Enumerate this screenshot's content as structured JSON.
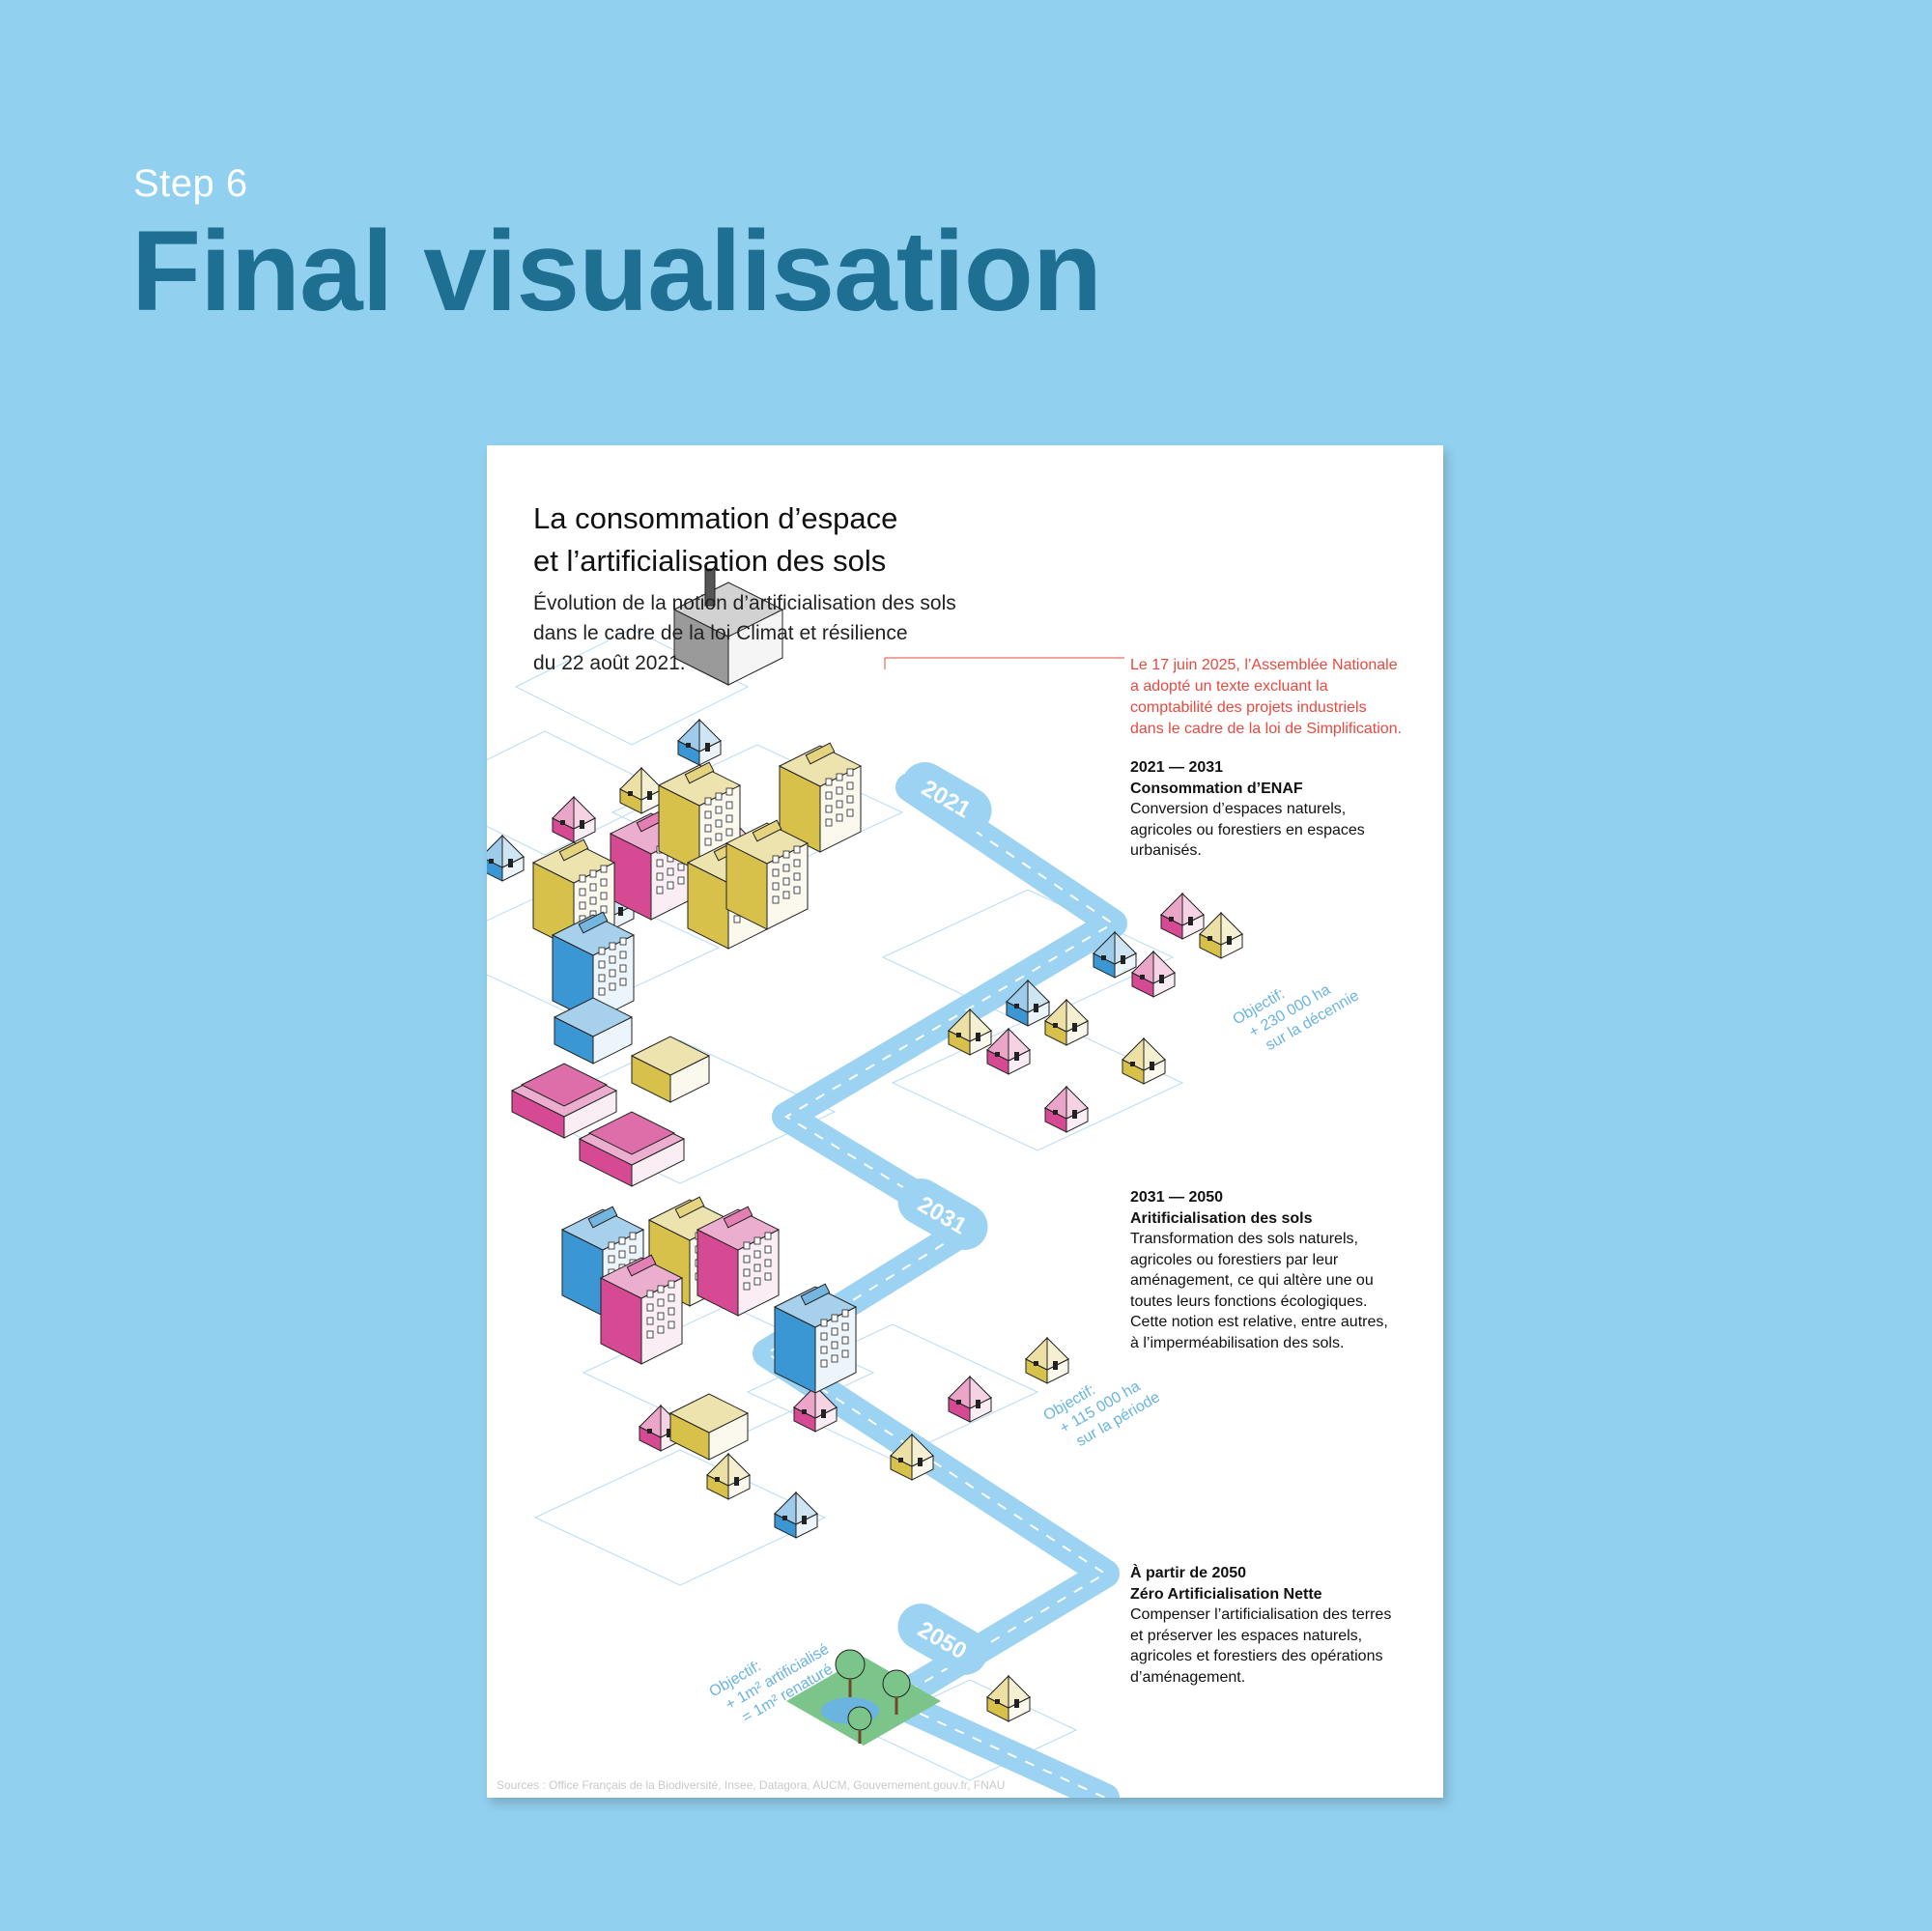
{
  "header": {
    "step": "Step 6",
    "title": "Final visualisation"
  },
  "poster": {
    "title_line1": "La consommation d’espace",
    "title_line2": "et l’artificialisation des sols",
    "subtitle_line1": "Évolution de la notion d’artificialisation des sols",
    "subtitle_line2": "dans le cadre de la loi Climat et résilience",
    "subtitle_line3": "du 22 août 2021.",
    "note_red": [
      "Le 17 juin 2025, l’Assemblée Nationale",
      "a adopté un texte excluant la",
      "comptabilité des projets industriels",
      "dans le cadre de la loi de Simplification."
    ],
    "periods": [
      {
        "dates": "2021 — 2031",
        "name": "Consommation d’ENAF",
        "desc": [
          "Conversion d’espaces naturels,",
          "agricoles ou forestiers en espaces",
          "urbanisés."
        ]
      },
      {
        "dates": "2031 — 2050",
        "name": "Aritificialisation des sols",
        "desc": [
          "Transformation des sols naturels,",
          "agricoles ou forestiers par leur",
          "aménagement, ce qui altère une ou",
          "toutes leurs fonctions écologiques.",
          "Cette notion est relative, entre autres,",
          "à l’imperméabilisation des sols."
        ]
      },
      {
        "dates": "À partir de 2050",
        "name": "Zéro Artificialisation Nette",
        "desc": [
          "Compenser l’artificialisation des terres",
          "et préserver les espaces naturels,",
          "agricoles et forestiers des opérations",
          "d’aménagement."
        ]
      }
    ],
    "years": [
      "2021",
      "2031",
      "2050"
    ],
    "objectives": [
      [
        "Objectif:",
        "+ 230 000 ha",
        "sur la décennie"
      ],
      [
        "Objectif:",
        "+ 115 000 ha",
        "sur la période"
      ],
      [
        "Objectif:",
        "+ 1m² artificialisé",
        "= 1m² renaturé"
      ]
    ],
    "sources": "Sources : Office Français de la Biodiversité, Insee, Datagora, AUCM, Gouvernement.gouv.fr, FNAU"
  },
  "colors": {
    "background": "#92d0ef",
    "title": "#1e6f92",
    "road": "#9dd3f2",
    "pink": "#d54a93",
    "yellow": "#d8c14a",
    "blue": "#3a97d3",
    "red_note": "#e8493f",
    "green": "#7cc58a"
  }
}
